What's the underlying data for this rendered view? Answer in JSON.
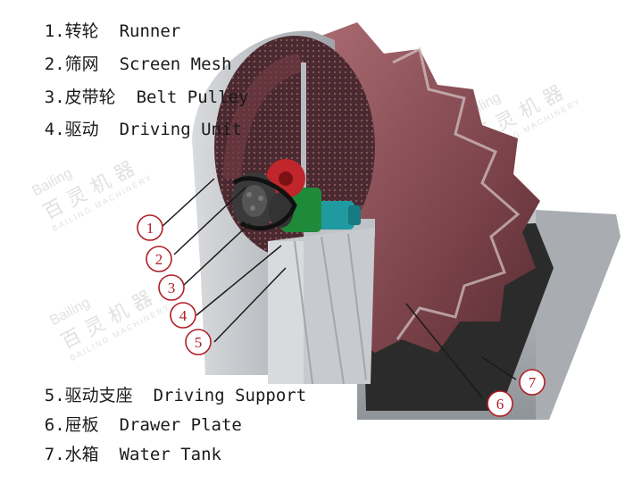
{
  "legend_top": [
    {
      "num": "1.",
      "cn": "转轮",
      "en": "Runner"
    },
    {
      "num": "2.",
      "cn": "筛网",
      "en": "Screen Mesh"
    },
    {
      "num": "3.",
      "cn": "皮带轮",
      "en": "Belt Pulley"
    },
    {
      "num": "4.",
      "cn": "驱动",
      "en": "Driving Unit"
    }
  ],
  "legend_bottom": [
    {
      "num": "5.",
      "cn": "驱动支座",
      "en": "Driving Support"
    },
    {
      "num": "6.",
      "cn": "屉板",
      "en": "Drawer Plate"
    },
    {
      "num": "7.",
      "cn": "水箱",
      "en": "Water Tank"
    }
  ],
  "callouts": [
    "1",
    "2",
    "3",
    "4",
    "5",
    "6",
    "7"
  ],
  "watermark": {
    "logo": "Bailing",
    "cn": "百灵机器",
    "en": "BAILING MACHINERY"
  },
  "colors": {
    "accent": "#b01f24",
    "wheel": "#8a4f55",
    "metal": "#c9ccd0",
    "motor": "#1f9aa0",
    "gear_red": "#c0262b",
    "gear_green": "#1f8a3a"
  }
}
